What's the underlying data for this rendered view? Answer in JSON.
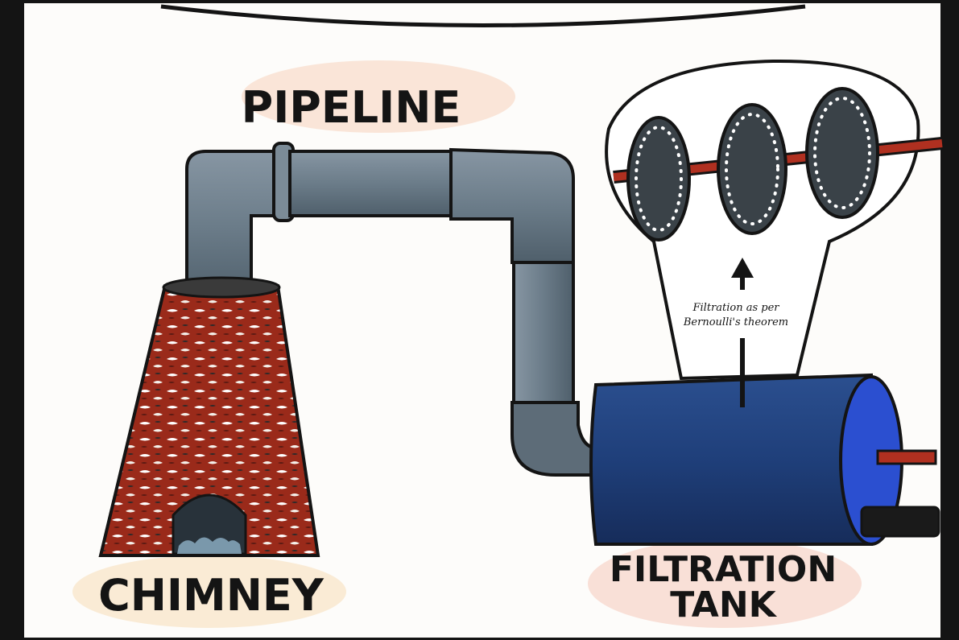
{
  "labels": {
    "pipeline": "PIPELINE",
    "chimney": "CHIMNEY",
    "tank_line1": "FILTRATION",
    "tank_line2": "TANK",
    "note_line1": "Filtration as per",
    "note_line2": "Bernoulli's theorem"
  },
  "colors": {
    "brick": "#9a2a1a",
    "pipe": "#6f7f8c",
    "tank": "#1f3f7a",
    "tank_end": "#2b4fd0",
    "disc": "#3a4248",
    "shaft": "#b03020",
    "outline": "#141414"
  }
}
